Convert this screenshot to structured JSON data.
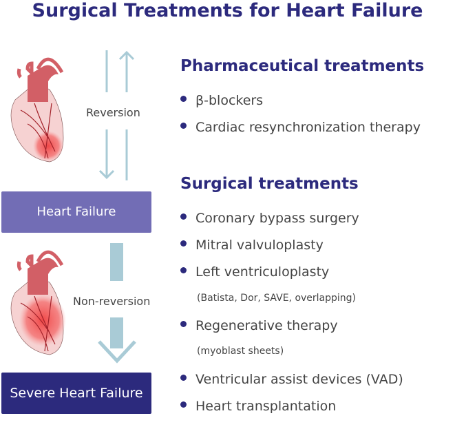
{
  "title": "Surgical Treatments for Heart Failure",
  "flow": {
    "reversion": "Reversion",
    "heart_failure": "Heart Failure",
    "non_reversion": "Non-reversion",
    "severe": "Severe Heart Failure"
  },
  "pharma": {
    "heading": "Pharmaceutical treatments",
    "items": [
      "β-blockers",
      "Cardiac resynchronization therapy"
    ]
  },
  "surgical": {
    "heading": "Surgical treatments",
    "items": [
      "Coronary bypass surgery",
      "Mitral valvuloplasty",
      "Left ventriculoplasty",
      "Regenerative therapy",
      "Ventricular assist devices (VAD)",
      "Heart transplantation"
    ],
    "notes": [
      "(Batista, Dor, SAVE, overlapping)",
      "(myoblast sheets)"
    ]
  },
  "colors": {
    "navy": "#2c2a7d",
    "hf_box": "#726db5",
    "arrow": "#a9cbd6"
  }
}
